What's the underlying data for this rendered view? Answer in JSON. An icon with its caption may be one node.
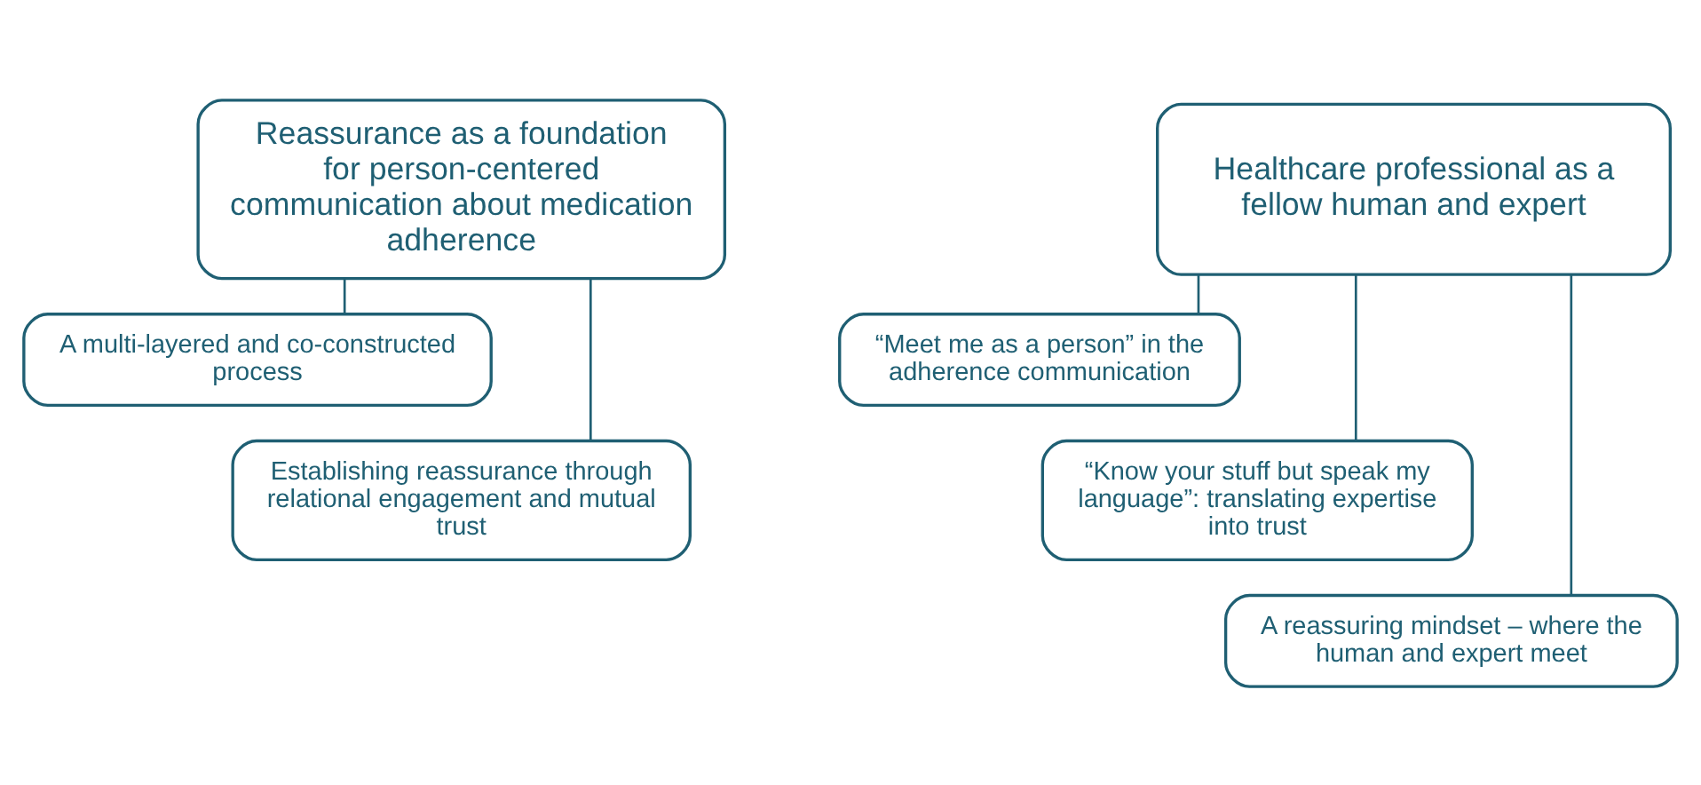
{
  "diagram": {
    "nodes": [
      {
        "text": [
          "Reassurance as a foundation for person-centered communication about medication adherence"
        ]
      },
      {
        "text": [
          "A multi-layered and co-constructed process"
        ]
      },
      {
        "text": [
          "Establishing reassurance through relational engagement and mutual trust"
        ]
      },
      {
        "text": [
          "Healthcare professional as a fellow human and expert"
        ]
      },
      {
        "text": [
          "“Meet me as a person” in the adherence communication"
        ]
      },
      {
        "text": [
          "“Know your stuff but speak my language”: translating expertise into trust"
        ]
      },
      {
        "text": [
          "A reassuring mindset – where the human and expert meet"
        ]
      }
    ],
    "edges": [
      {
        "from": 0,
        "to": 1,
        "arrow": "none"
      },
      {
        "from": 0,
        "to": 2,
        "arrow": "none"
      },
      {
        "from": 3,
        "to": 4,
        "arrow": "none"
      },
      {
        "from": 3,
        "to": 5,
        "arrow": "none"
      },
      {
        "from": 3,
        "to": 6,
        "arrow": "none"
      }
    ]
  }
}
